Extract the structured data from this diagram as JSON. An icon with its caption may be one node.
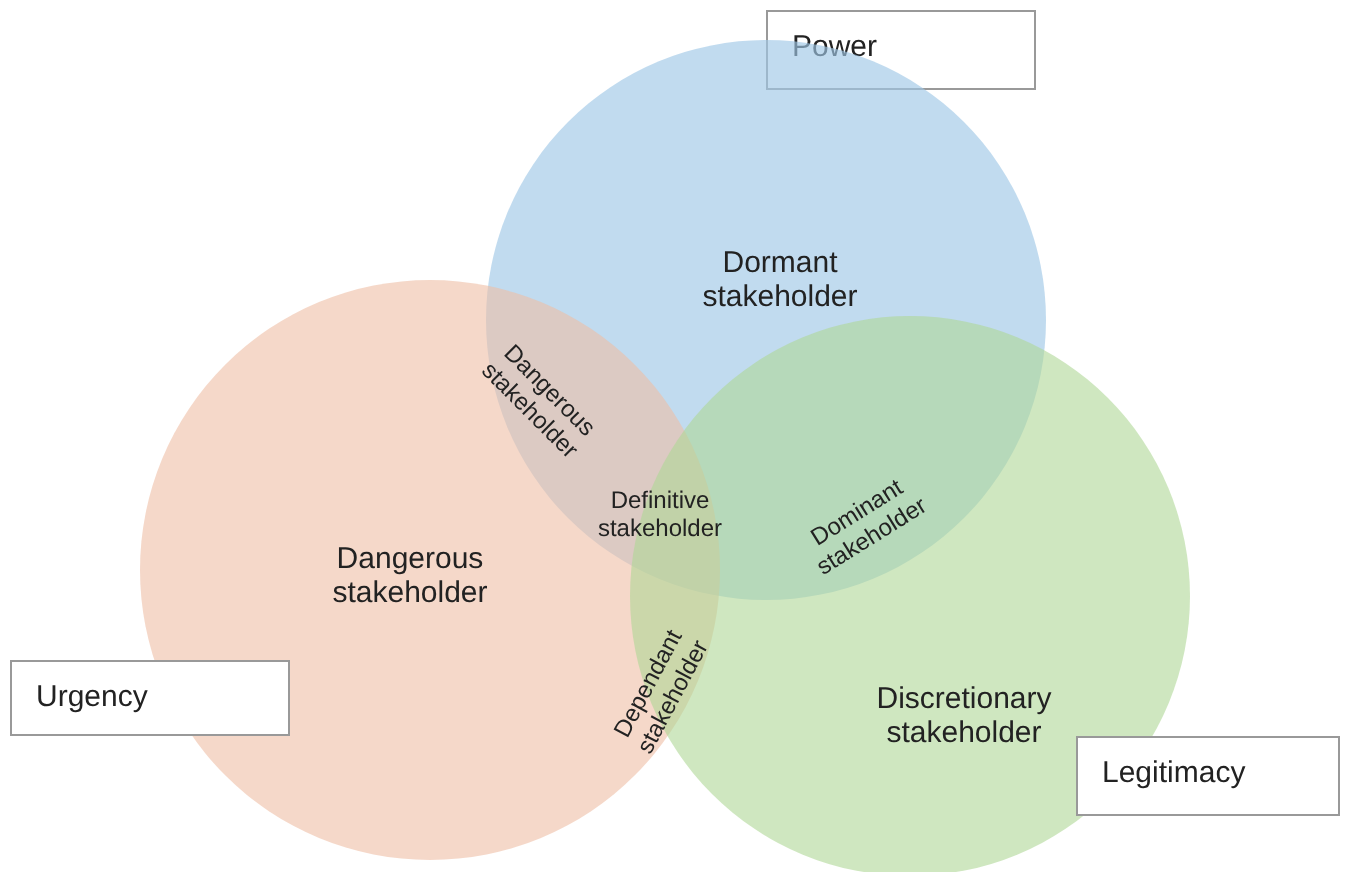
{
  "diagram": {
    "nodes": [
      {
        "text": [
          "Power"
        ]
      },
      {
        "text": [
          "Dormant stakeholder"
        ]
      },
      {
        "text": [
          "Dangerous stakeholder"
        ]
      },
      {
        "text": [
          "Discretionary stakeholder"
        ]
      },
      {
        "text": [
          "Urgency"
        ]
      },
      {
        "text": [
          "Legitimacy"
        ]
      }
    ],
    "edges": [],
    "labels": [
      "Dangerous stakeholder",
      "Dominant stakeholder",
      "Definitive stakeholder",
      "Dependant stakeholder"
    ]
  }
}
